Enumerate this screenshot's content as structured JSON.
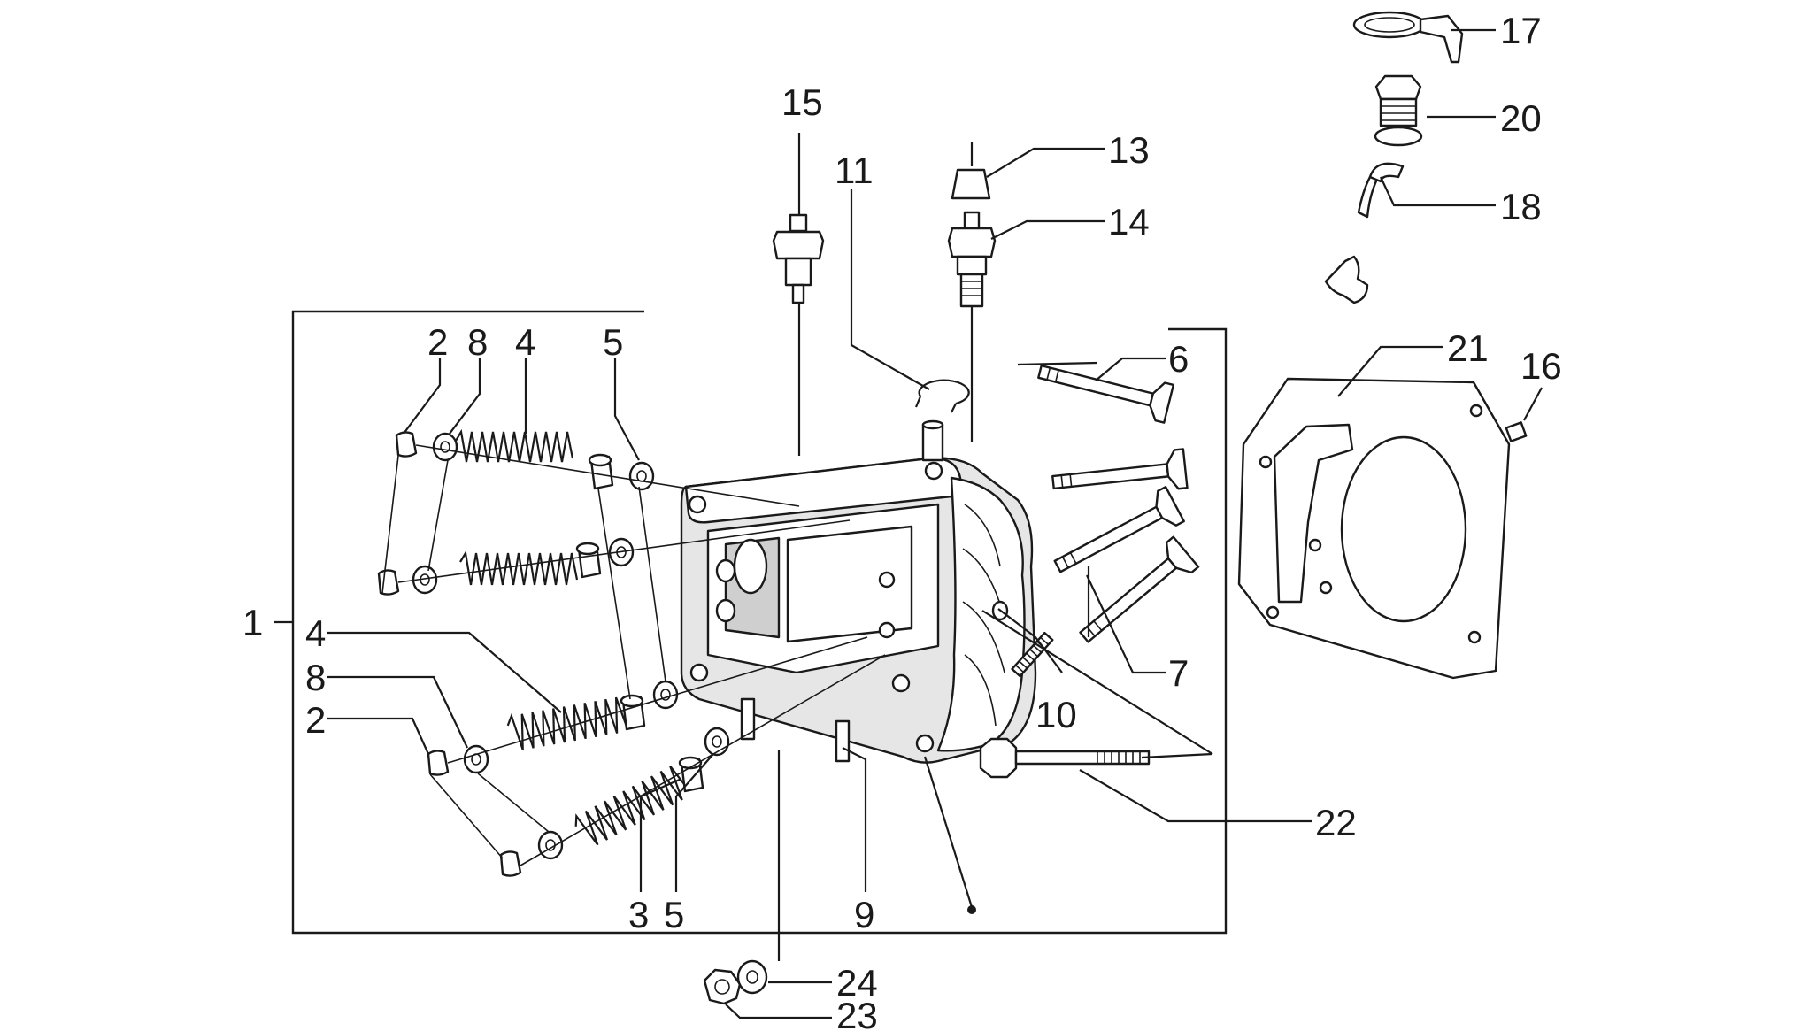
{
  "labels": {
    "l1": "1",
    "l2a": "2",
    "l8a": "8",
    "l4a": "4",
    "l5a": "5",
    "l4b": "4",
    "l8b": "8",
    "l2b": "2",
    "l3": "3",
    "l5b": "5",
    "l6": "6",
    "l7": "7",
    "l9": "9",
    "l10": "10",
    "l11": "11",
    "l13": "13",
    "l14": "14",
    "l15": "15",
    "l16": "16",
    "l17": "17",
    "l18": "18",
    "l20": "20",
    "l21": "21",
    "l22": "22",
    "l23": "23",
    "l24": "24"
  }
}
